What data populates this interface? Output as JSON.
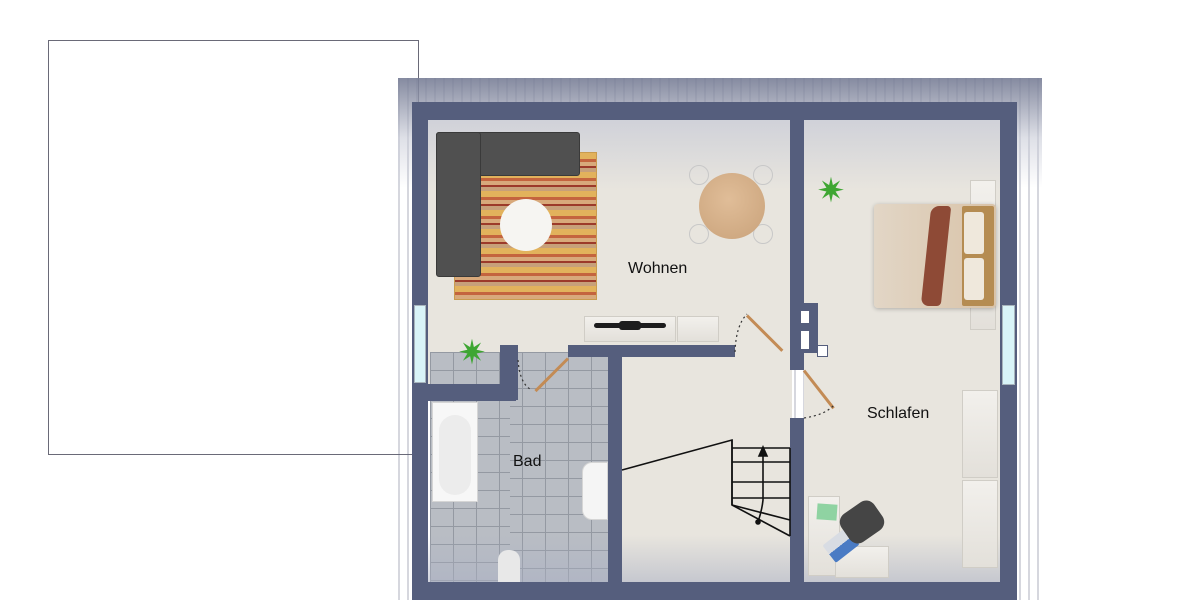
{
  "diagram": {
    "type": "floor plan",
    "rooms": [
      {
        "id": "wohnen",
        "label": "Wohnen"
      },
      {
        "id": "schlafen",
        "label": "Schlafen"
      },
      {
        "id": "bad",
        "label": "Bad"
      }
    ],
    "furniture": {
      "wohnen": [
        "corner sofa",
        "striped rug",
        "round coffee table",
        "round dining table",
        "4 chairs",
        "TV sideboard",
        "cabinet",
        "plant"
      ],
      "schlafen": [
        "double bed",
        "plant",
        "wardrobe",
        "desk",
        "office chair",
        "laptop"
      ],
      "bad": [
        "bathtub",
        "washbasin",
        "toilet"
      ],
      "hallway": [
        "staircase"
      ]
    },
    "colors": {
      "wall": "#555e7d",
      "floor": "#e8e5de",
      "tiles": "#b9bdc4",
      "door": "#c38b55",
      "window": "#d9f4f8"
    }
  }
}
